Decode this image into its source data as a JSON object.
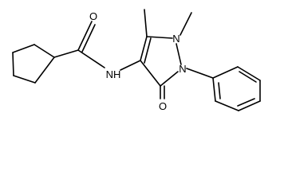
{
  "structure": {
    "atoms": {
      "carbonyl_oxygen": "O",
      "amide_nh": "NH",
      "n1": "N",
      "n2": "N",
      "ring_oxygen": "O"
    }
  },
  "colors": {
    "bond": "#000000",
    "label": "#000000",
    "background": "#ffffff"
  }
}
